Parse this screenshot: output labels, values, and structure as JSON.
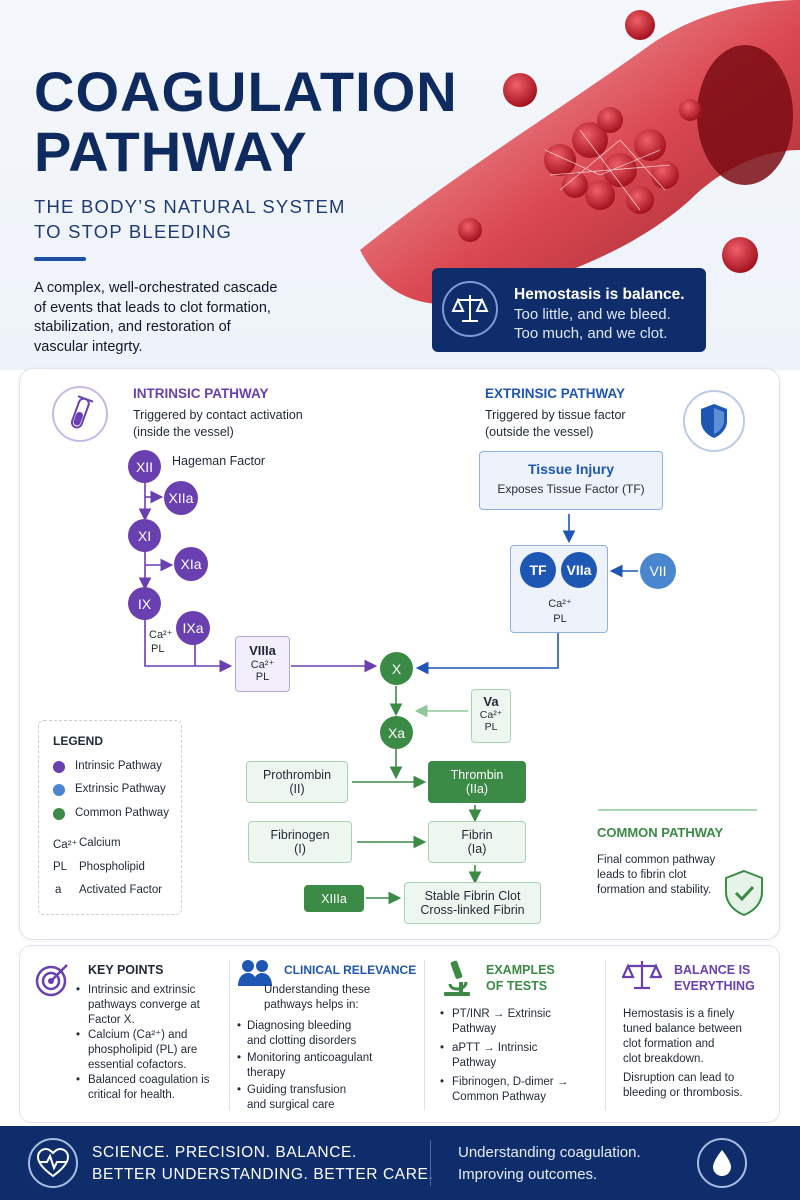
{
  "header": {
    "title_line1": "COAGULATION",
    "title_line2": "PATHWAY",
    "subtitle_line1": "THE BODY’S NATURAL SYSTEM",
    "subtitle_line2": "TO STOP BLEEDING",
    "intro_line1": "A complex, well-orchestrated cascade",
    "intro_line2": "of events that leads to clot formation,",
    "intro_line3": "stabilization, and restoration of",
    "intro_line4": "vascular integrty."
  },
  "balance_card": {
    "title": "Hemostasis is balance.",
    "line1": "Too little, and we bleed.",
    "line2": "Too much, and we clot.",
    "icon": "scale-icon"
  },
  "intrinsic": {
    "title": "INTRINSIC PATHWAY",
    "desc1": "Triggered by contact activation",
    "desc2": "(inside the vessel)",
    "xii": "XII",
    "hageman": "Hageman Factor",
    "xiia": "XIIa",
    "xi": "XI",
    "xia": "XIa",
    "ix": "IX",
    "ixa": "IXa",
    "ca": "Ca²⁺",
    "pl": "PL",
    "viiia": "VIIIa",
    "viiia_ca": "Ca²⁺",
    "viiia_pl": "PL",
    "icon": "test-tube-icon"
  },
  "extrinsic": {
    "title": "EXTRINSIC PATHWAY",
    "desc1": "Triggered by tissue factor",
    "desc2": "(outside the vessel)",
    "injury_title": "Tissue Injury",
    "injury_desc": "Exposes Tissue Factor (TF)",
    "tf": "TF",
    "viia": "VIIa",
    "ca": "Ca²⁺",
    "pl": "PL",
    "vii": "VII",
    "icon": "shield-icon"
  },
  "common": {
    "x": "X",
    "xa": "Xa",
    "va": "Va",
    "va_ca": "Ca²⁺",
    "va_pl": "PL",
    "prothrombin": "Prothrombin",
    "prothrombin_sub": "(II)",
    "thrombin": "Thrombin",
    "thrombin_sub": "(IIa)",
    "fibrinogen": "Fibrinogen",
    "fibrinogen_sub": "(I)",
    "fibrin": "Fibrin",
    "fibrin_sub": "(Ia)",
    "xiiia": "XIIIa",
    "clot1": "Stable Fibrin Clot",
    "clot2": "Cross-linked Fibrin",
    "label": "COMMON PATHWAY",
    "desc1": "Final common pathway",
    "desc2": "leads to fibrin clot",
    "desc3": "formation and stability.",
    "icon": "check-shield-icon"
  },
  "legend": {
    "title": "LEGEND",
    "intrinsic": "Intrinsic Pathway",
    "extrinsic": "Extrinsic Pathway",
    "common": "Common Pathway",
    "ca_key": "Ca²⁺",
    "ca_val": "Calcium",
    "pl_key": "PL",
    "pl_val": "Phospholipid",
    "a_key": "a",
    "a_val": "Activated Factor"
  },
  "key_points": {
    "title": "KEY POINTS",
    "b1": [
      "Intrinsic and extrinsic",
      "pathways converge at",
      "Factor X."
    ],
    "b2": [
      "Calcium (Ca²⁺) and",
      "phospholipid (PL) are",
      "essential cofactors."
    ],
    "b3": [
      "Balanced coagulation is",
      "critical for health."
    ],
    "icon": "target-icon"
  },
  "clinical": {
    "title": "CLINICAL RELEVANCE",
    "intro": [
      "Understanding these",
      "pathways helps in:"
    ],
    "b1": [
      "Diagnosing bleeding",
      "and clotting disorders"
    ],
    "b2": [
      "Monitoring anticoagulant",
      "therapy"
    ],
    "b3": [
      "Guiding transfusion",
      "and surgical care"
    ],
    "icon": "people-icon"
  },
  "tests": {
    "title1": "EXAMPLES",
    "title2": "OF TESTS",
    "b1": [
      "PT/INR → Extrinsic",
      "Pathway"
    ],
    "b2": [
      "aPTT → Intrinsic",
      "Pathway"
    ],
    "b3": [
      "Fibrinogen, D-dimer →",
      "Common Pathway"
    ],
    "icon": "microscope-icon"
  },
  "balance_col": {
    "title1": "BALANCE IS",
    "title2": "EVERYTHING",
    "p1": [
      "Hemostasis is a finely",
      "tuned balance between",
      "clot formation and",
      "clot breakdown."
    ],
    "p2": [
      "Disruption can lead to",
      "bleeding or thrombosis."
    ],
    "icon": "scale-icon"
  },
  "footer": {
    "left1": "SCIENCE. PRECISION. BALANCE.",
    "left2": "BETTER UNDERSTANDING. BETTER CARE.",
    "right1": "Understanding coagulation.",
    "right2": "Improving outcomes.",
    "left_icon": "heart-pulse-icon",
    "right_icon": "blood-drop-icon"
  },
  "colors": {
    "navy": "#0f2a5f",
    "intrinsic": "#6a3fb0",
    "extrinsic": "#1e56b3",
    "common": "#3b8a45"
  }
}
